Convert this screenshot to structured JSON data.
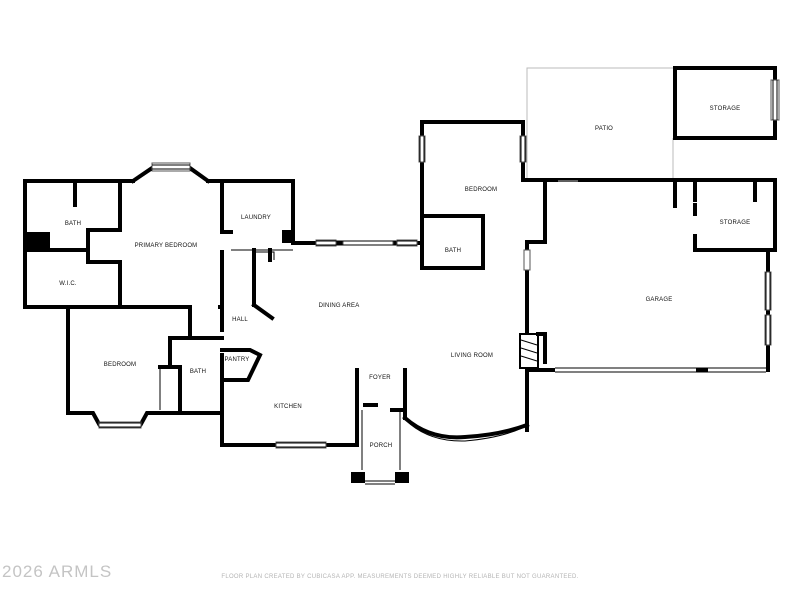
{
  "rooms": {
    "patio": "PATIO",
    "storage_top": "STORAGE",
    "bedroom_north": "BEDROOM",
    "bath_north": "BATH",
    "storage_garage": "STORAGE",
    "garage": "GARAGE",
    "bath_primary": "BATH",
    "primary_bedroom": "PRIMARY BEDROOM",
    "laundry": "LAUNDRY",
    "wic": "W.I.C.",
    "dining_area": "DINING AREA",
    "hall": "HALL",
    "living_room": "LIVING ROOM",
    "bedroom_west": "BEDROOM",
    "bath_west": "BATH",
    "pantry": "PANTRY",
    "foyer": "FOYER",
    "kitchen": "KITCHEN",
    "porch": "PORCH"
  },
  "footer": {
    "disclaimer": "FLOOR PLAN CREATED BY CUBICASA APP. MEASUREMENTS DEEMED HIGHLY RELIABLE BUT NOT GUARANTEED.",
    "watermark": "2026 ARMLS"
  }
}
